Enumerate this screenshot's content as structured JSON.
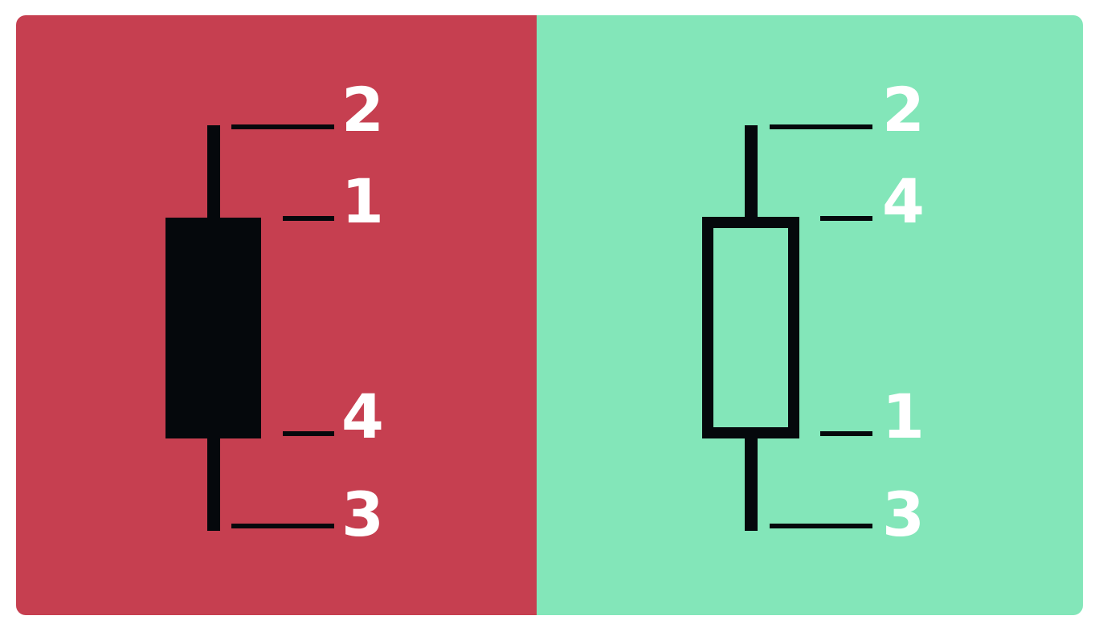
{
  "colors": {
    "bearish_background": "#c63f50",
    "bullish_background": "#83e6b9",
    "candle": "#05080c",
    "label": "#ffffff"
  },
  "bearish": {
    "labels": {
      "high": "2",
      "open": "1",
      "close": "4",
      "low": "3"
    },
    "body_fill": "filled"
  },
  "bullish": {
    "labels": {
      "high": "2",
      "close": "4",
      "open": "1",
      "low": "3"
    },
    "body_fill": "hollow"
  }
}
